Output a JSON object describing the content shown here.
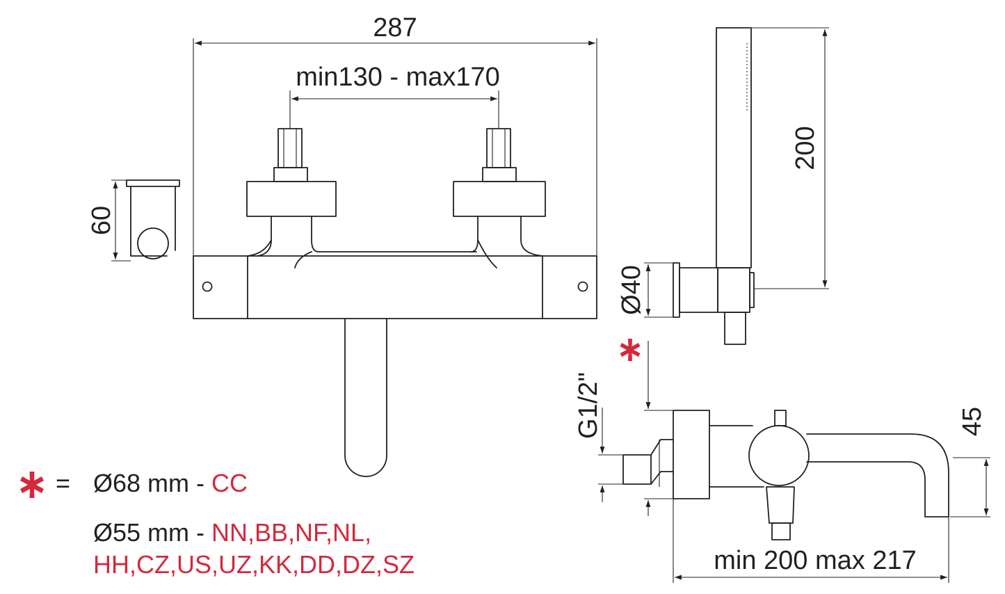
{
  "dimensions": {
    "overall_width": "287",
    "inlet_spacing": "min130 - max170",
    "depth": "60",
    "hand_shower_length": "200",
    "wall_support_diameter": "Ø40",
    "inlet_thread": "G1/2\"",
    "spout_height": "45",
    "spout_reach": "min 200 max 217"
  },
  "legend": {
    "equals": "=",
    "row1_size": "Ø68 mm -",
    "row1_codes": "CC",
    "row2_size": "Ø55 mm -",
    "row2_codes_line1": "NN,BB,NF,NL,",
    "row2_codes_line2": "HH,CZ,US,UZ,KK,DD,DZ,SZ"
  },
  "colors": {
    "line": "#231f20",
    "accent": "#d6283b"
  },
  "icons": [
    "asterisk-icon"
  ]
}
